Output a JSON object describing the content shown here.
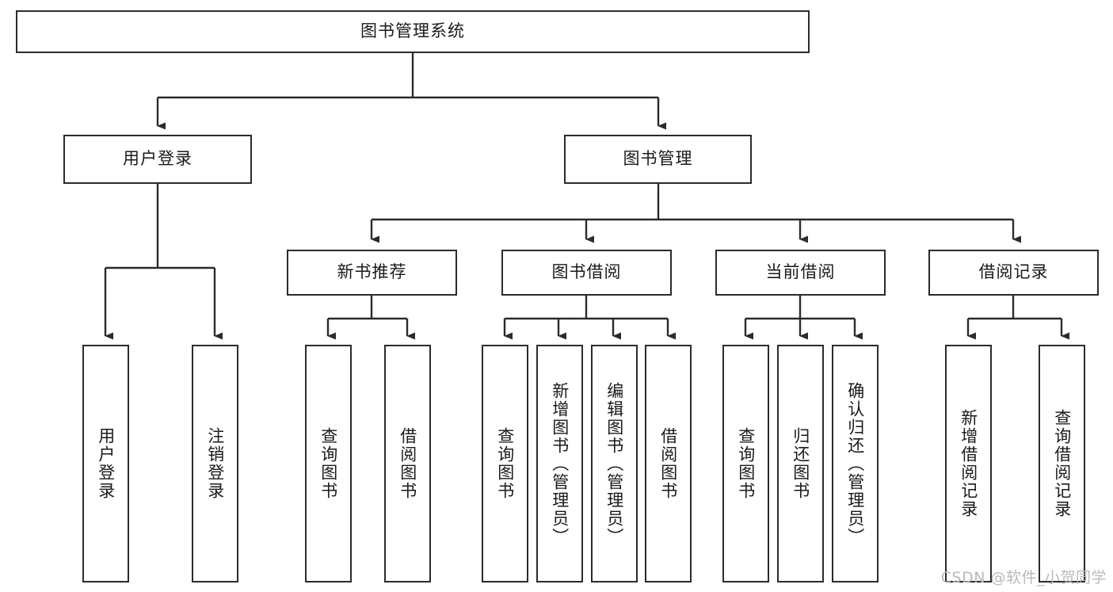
{
  "diagram": {
    "type": "tree-hierarchy",
    "title": "图书管理系统",
    "colors": {
      "box_border": "#2b2b2b",
      "box_fill": "#ffffff",
      "edge": "#2b2b2b",
      "text": "#1a1a1a",
      "watermark": "#b9b9b9",
      "background": "#ffffff"
    },
    "root": {
      "label": "图书管理系统"
    },
    "level2": [
      {
        "label": "用户登录"
      },
      {
        "label": "图书管理"
      }
    ],
    "level3": [
      {
        "label": "新书推荐"
      },
      {
        "label": "图书借阅"
      },
      {
        "label": "当前借阅"
      },
      {
        "label": "借阅记录"
      }
    ],
    "leaves": {
      "user_login": [
        {
          "label": "用户登录"
        },
        {
          "label": "注销登录"
        }
      ],
      "new_book_recommend": [
        {
          "label": "查询图书"
        },
        {
          "label": "借阅图书"
        }
      ],
      "book_borrow": [
        {
          "label": "查询图书"
        },
        {
          "label": "新增图书（管理员）"
        },
        {
          "label": "编辑图书（管理员）"
        },
        {
          "label": "借阅图书"
        }
      ],
      "current_borrow": [
        {
          "label": "查询图书"
        },
        {
          "label": "归还图书"
        },
        {
          "label": "确认归还（管理员）"
        }
      ],
      "borrow_records": [
        {
          "label": "新增借阅记录"
        },
        {
          "label": "查询借阅记录"
        }
      ]
    }
  },
  "watermark": {
    "text": "CSDN @软件_小贺同学"
  }
}
